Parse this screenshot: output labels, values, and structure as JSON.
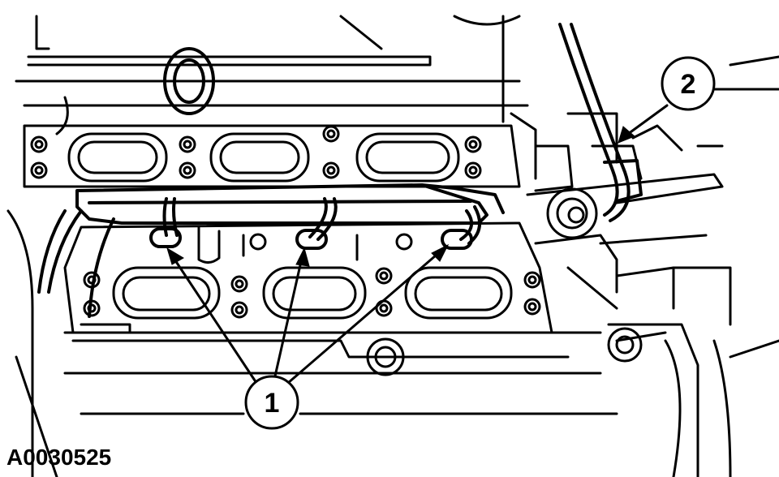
{
  "figure": {
    "id": "A0030525",
    "callouts": [
      {
        "label": "1"
      },
      {
        "label": "2"
      }
    ]
  },
  "colors": {
    "ink": "#000000",
    "paper": "#ffffff"
  }
}
